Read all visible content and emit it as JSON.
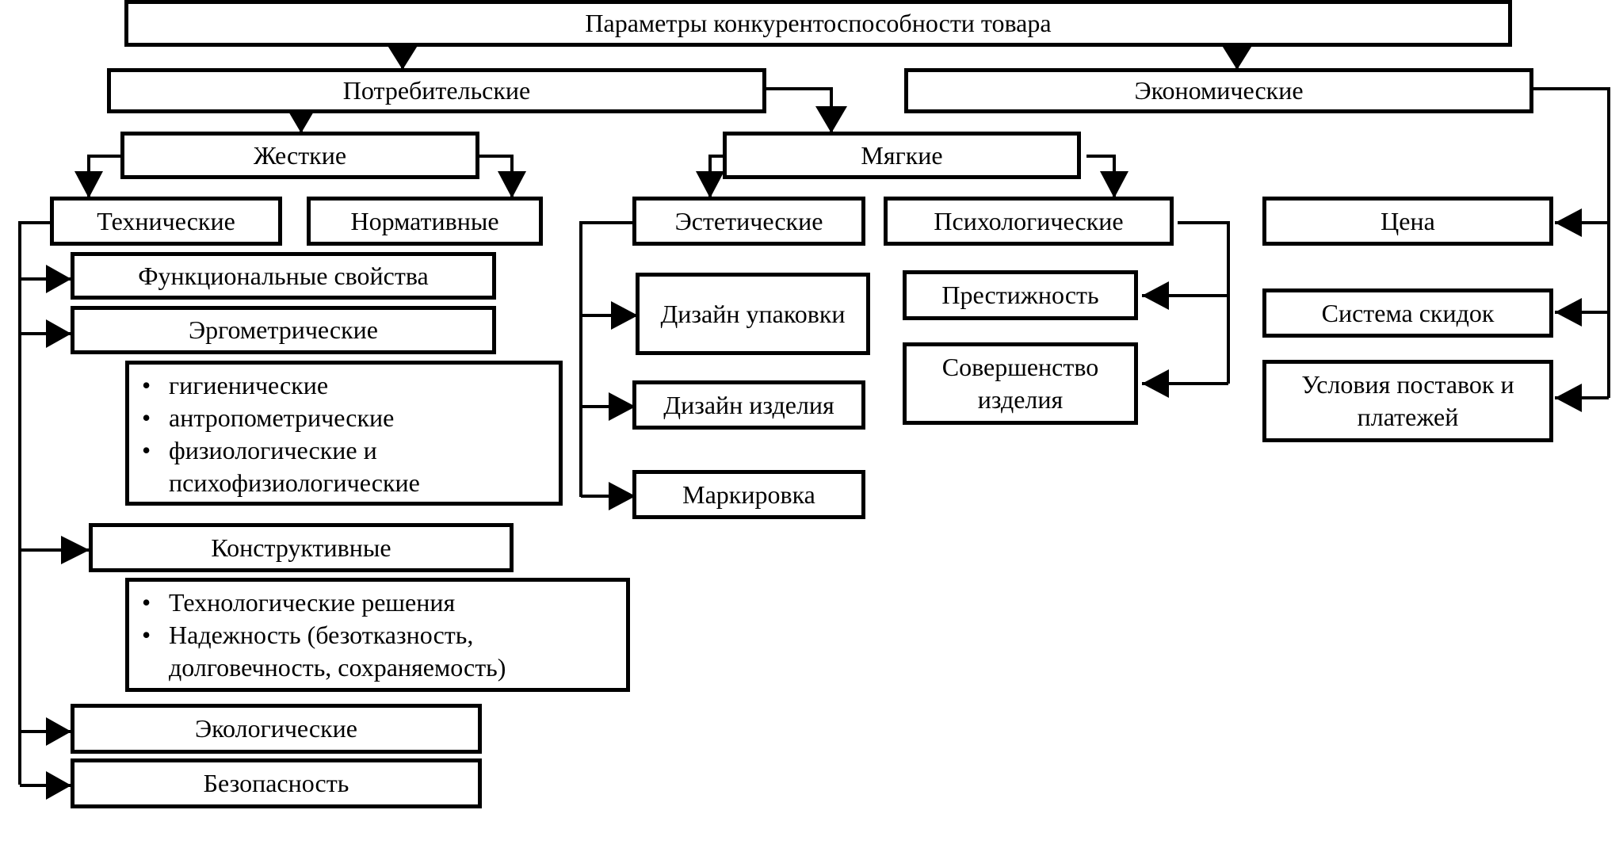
{
  "root": "Параметры конкурентоспособности товара",
  "consumer": {
    "title": "Потребительские",
    "hard": {
      "title": "Жесткие",
      "technical": "Технические",
      "normative": "Нормативные",
      "functional": "Функциональные свойства",
      "ergometric": {
        "title": "Эргометрические",
        "items": [
          "гигиенические",
          "антропометрические",
          "физиологические и психофизиологические"
        ]
      },
      "constructive": {
        "title": "Конструктивные",
        "items": [
          "Технологические решения",
          "Надежность (безотказность, долговечность, сохраняемость)"
        ]
      },
      "ecological": "Экологические",
      "safety": "Безопасность"
    },
    "soft": {
      "title": "Мягкие",
      "aesthetic": {
        "title": "Эстетические",
        "packaging_design": "Дизайн упаковки",
        "product_design": "Дизайн изделия",
        "marking": "Маркировка"
      },
      "psychological": {
        "title": "Психологические",
        "prestige": "Престижность",
        "perfection": "Совершенство изделия"
      }
    }
  },
  "economic": {
    "title": "Экономические",
    "price": "Цена",
    "discounts": "Система скидок",
    "delivery_terms": "Условия поставок и платежей"
  }
}
